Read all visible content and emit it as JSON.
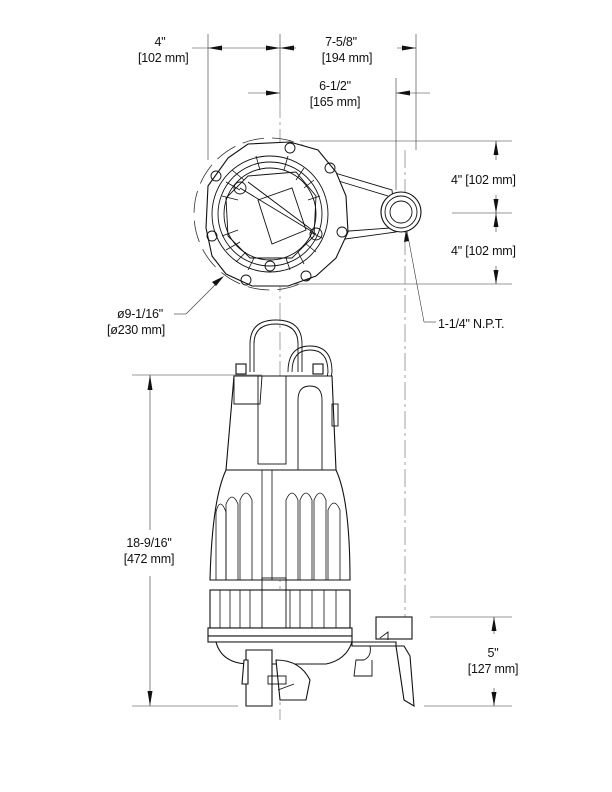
{
  "title": "Submersible pump dimensional drawing",
  "dimensions": {
    "top_left_width": {
      "inches": "4\"",
      "mm": "[102 mm]"
    },
    "overall_width": {
      "inches": "7-5/8\"",
      "mm": "[194 mm]"
    },
    "center_to_discharge": {
      "inches": "6-1/2\"",
      "mm": "[165 mm]"
    },
    "discharge_offset_upper": {
      "label": "4\" [102 mm]"
    },
    "discharge_offset_lower": {
      "label": "4\" [102 mm]"
    },
    "diameter": {
      "inches": "ø9-1/16\"",
      "mm": "[ø230 mm]"
    },
    "discharge_size": {
      "label": "1-1/4\" N.P.T."
    },
    "overall_height": {
      "inches": "18-9/16\"",
      "mm": "[472 mm]"
    },
    "discharge_height": {
      "inches": "5\"",
      "mm": "[127 mm]"
    }
  },
  "colors": {
    "line": "#222222",
    "background": "#ffffff"
  }
}
